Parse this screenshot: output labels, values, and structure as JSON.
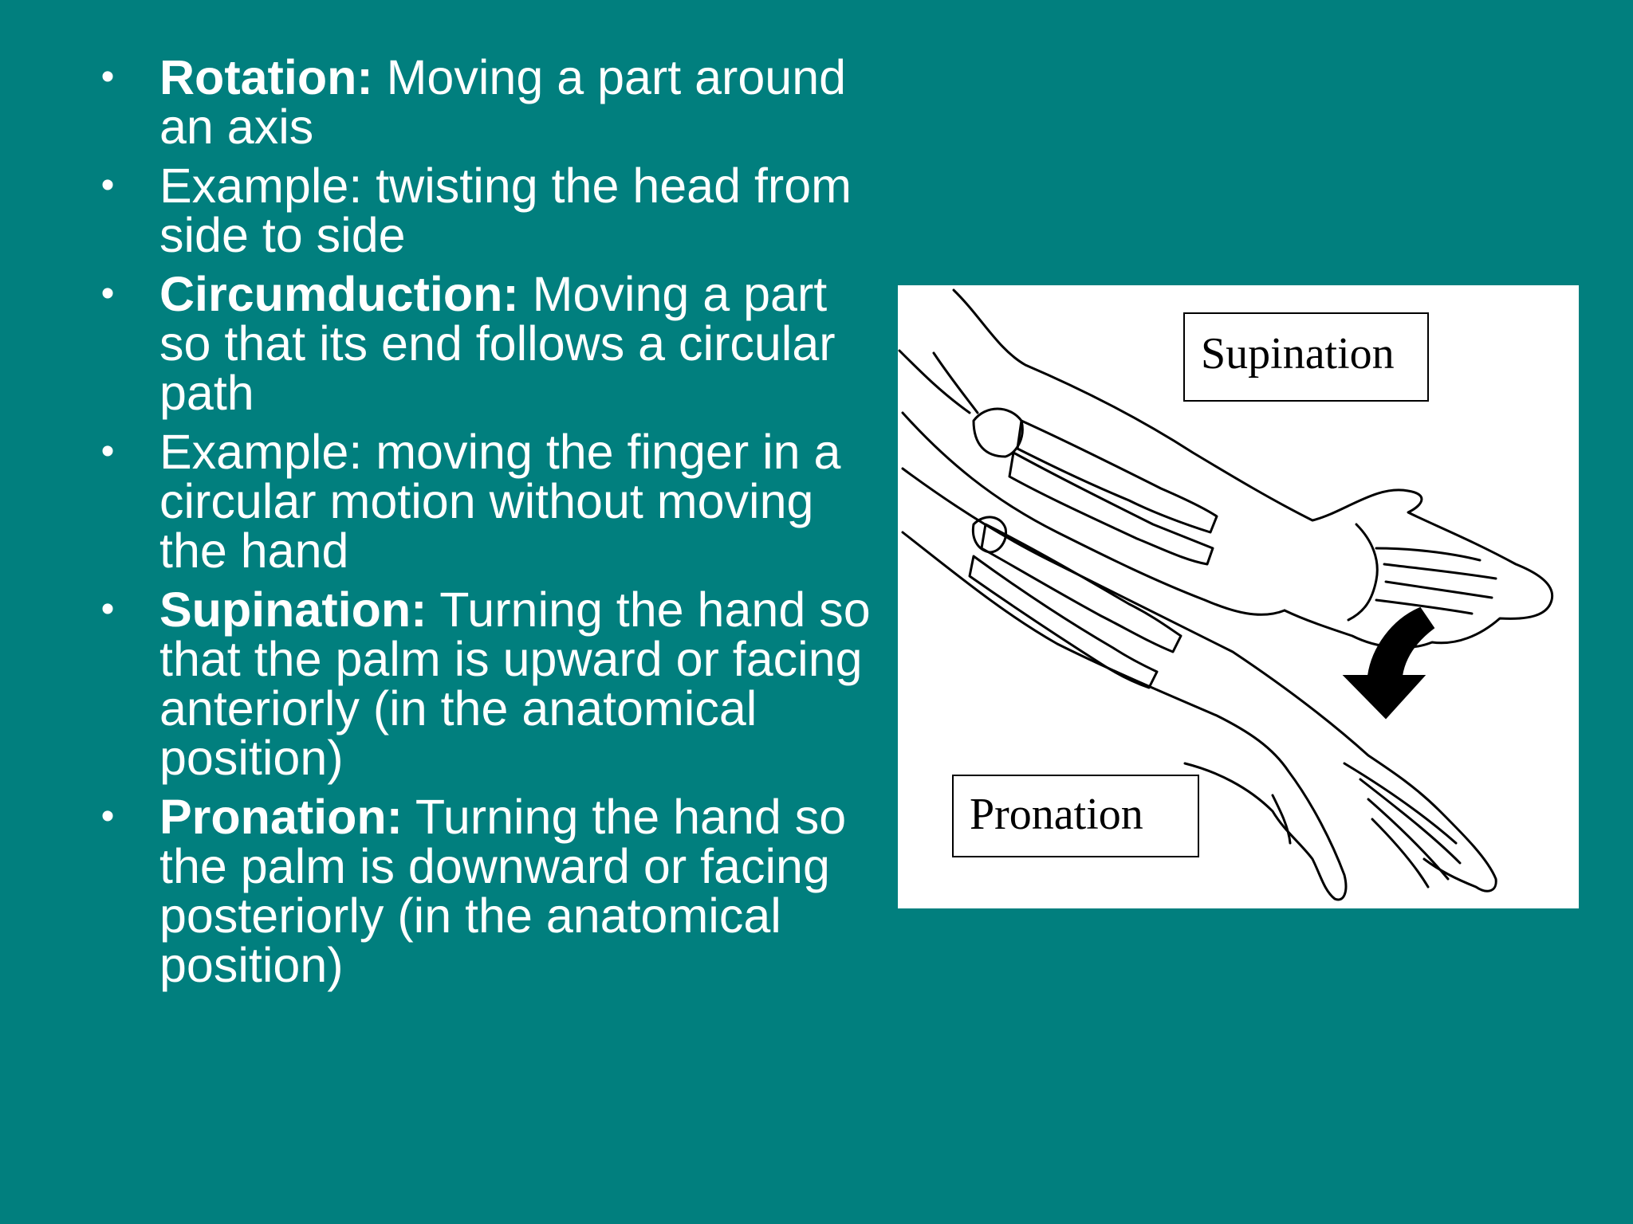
{
  "bullets": [
    {
      "term": "Rotation:",
      "text": " Moving a part around an axis"
    },
    {
      "term": "",
      "text": "Example: twisting the head from side to side"
    },
    {
      "term": "Circumduction:",
      "text": " Moving a part so that its end follows a circular path"
    },
    {
      "term": "",
      "text": "Example: moving the finger in a circular motion without moving the hand"
    },
    {
      "term": "Supination:",
      "text": " Turning the hand so that the palm is upward or facing anteriorly (in the anatomical position)"
    },
    {
      "term": "Pronation:",
      "text": " Turning the hand so the palm is downward or facing posteriorly (in the anatomical position)"
    }
  ],
  "bullet_symbol": "•",
  "figure": {
    "supination_label": "Supination",
    "pronation_label": "Pronation"
  },
  "colors": {
    "background": "#017F7E",
    "text": "#ffffff",
    "figure_background": "#ffffff",
    "line_art": "#000000"
  }
}
